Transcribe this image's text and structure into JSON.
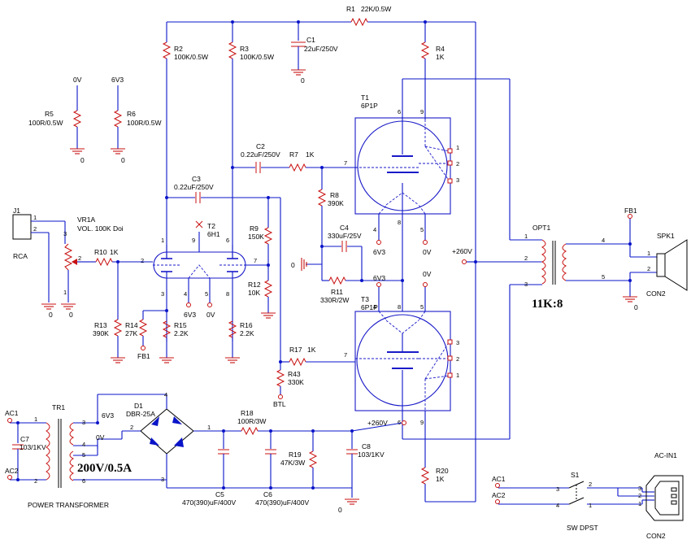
{
  "components": {
    "R1": {
      "ref": "R1",
      "value": "22K/0.5W"
    },
    "R2": {
      "ref": "R2",
      "value": "100K/0.5W"
    },
    "R3": {
      "ref": "R3",
      "value": "100K/0.5W"
    },
    "R4": {
      "ref": "R4",
      "value": "1K"
    },
    "R5": {
      "ref": "R5",
      "value": "100R/0.5W"
    },
    "R6": {
      "ref": "R6",
      "value": "100R/0.5W"
    },
    "R7": {
      "ref": "R7",
      "value": "1K"
    },
    "R8": {
      "ref": "R8",
      "value": "390K"
    },
    "R9": {
      "ref": "R9",
      "value": "150K"
    },
    "R10": {
      "ref": "R10",
      "value": "1K"
    },
    "R11": {
      "ref": "R11",
      "value": "330R/2W"
    },
    "R12": {
      "ref": "R12",
      "value": "10K"
    },
    "R13": {
      "ref": "R13",
      "value": "390K"
    },
    "R14": {
      "ref": "R14",
      "value": "27K"
    },
    "R15": {
      "ref": "R15",
      "value": "2.2K"
    },
    "R16": {
      "ref": "R16",
      "value": "2.2K"
    },
    "R17": {
      "ref": "R17",
      "value": "1K"
    },
    "R18": {
      "ref": "R18",
      "value": "100R/3W"
    },
    "R19": {
      "ref": "R19",
      "value": "47K/3W"
    },
    "R20": {
      "ref": "R20",
      "value": "1K"
    },
    "R43": {
      "ref": "R43",
      "value": "330K"
    },
    "C1": {
      "ref": "C1",
      "value": "22uF/250V"
    },
    "C2": {
      "ref": "C2",
      "value": "0.22uF/250V"
    },
    "C3": {
      "ref": "C3",
      "value": "0.22uF/250V"
    },
    "C4": {
      "ref": "C4",
      "value": "330uF/25V"
    },
    "C5": {
      "ref": "C5",
      "value": "470(390)uF/400V"
    },
    "C6": {
      "ref": "C6",
      "value": "470(390)uF/400V"
    },
    "C7": {
      "ref": "C7",
      "value": "103/1KV"
    },
    "C8": {
      "ref": "C8",
      "value": "103/1KV"
    },
    "T1": {
      "ref": "T1",
      "value": "6P1P"
    },
    "T2": {
      "ref": "T2",
      "value": "6H1"
    },
    "T3": {
      "ref": "T3",
      "value": "6P1P"
    },
    "D1": {
      "ref": "D1",
      "value": "DBR-25A"
    },
    "TR1": {
      "ref": "TR1",
      "name": "POWER TRANSFORMER",
      "rating": "200V/0.5A"
    },
    "OPT1": {
      "ref": "OPT1",
      "ratio": "11K:8"
    },
    "VR1A": {
      "ref": "VR1A",
      "value": "VOL. 100K Doi"
    },
    "J1": {
      "ref": "J1",
      "value": "RCA"
    },
    "SPK1": {
      "ref": "SPK1",
      "value": "CON2"
    },
    "S1": {
      "ref": "S1",
      "value": "SW DPST"
    },
    "ACIN1": {
      "ref": "AC-IN1",
      "value": "CON2"
    },
    "FB1": {
      "ref": "FB1"
    }
  },
  "nets": {
    "zero_v": "0V",
    "six_v3": "6V3",
    "zero": "0",
    "b_plus": "+260V",
    "btl": "BTL",
    "ac1": "AC1",
    "ac2": "AC2",
    "fb1": "FB1"
  },
  "pins": {
    "p1": "1",
    "p2": "2",
    "p3": "3",
    "p4": "4",
    "p5": "5",
    "p6": "6",
    "p7": "7",
    "p8": "8",
    "p9": "9"
  }
}
